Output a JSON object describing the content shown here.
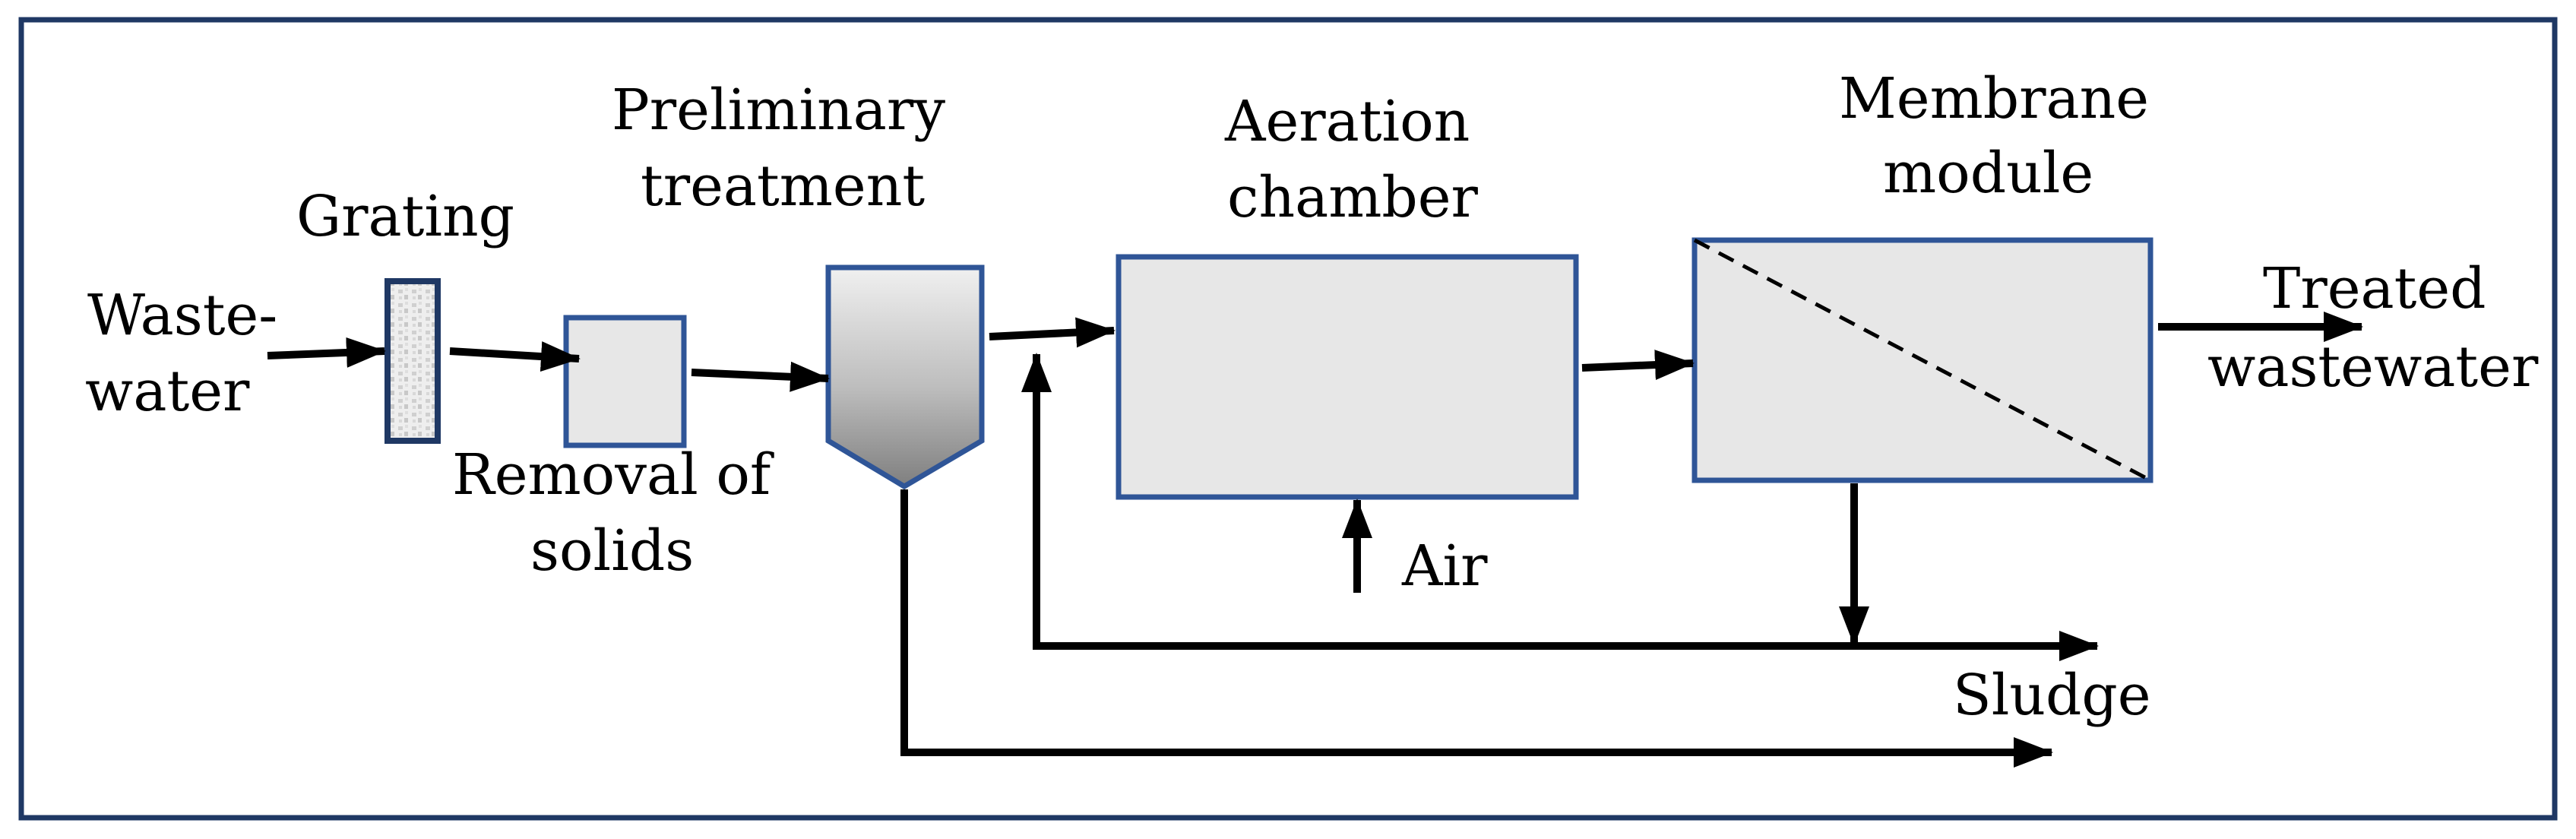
{
  "labels": {
    "wastewater_line1": "Waste-",
    "wastewater_line2": "water",
    "grating": "Grating",
    "preliminary_line1": "Preliminary",
    "preliminary_line2": "treatment",
    "removal_line1": "Removal of",
    "removal_line2": "solids",
    "aeration_line1": "Aeration",
    "aeration_line2": "chamber",
    "membrane_line1": "Membrane",
    "membrane_line2": "module",
    "treated_line1": "Treated",
    "treated_line2": "wastewater",
    "air": "Air",
    "sludge": "Sludge"
  },
  "colors": {
    "frame": "#1f3864",
    "box_stroke": "#2f5597",
    "box_fill": "#e7e7e7",
    "arrow": "#000000"
  }
}
